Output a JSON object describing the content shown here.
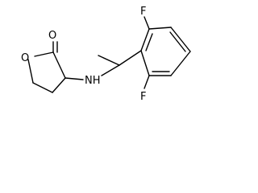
{
  "molecule": {
    "atoms": {
      "carbonyl_oxygen": "O",
      "ring_oxygen": "O",
      "amine": "NH",
      "fluorine_top": "F",
      "fluorine_bottom": "F"
    },
    "colors": {
      "bond": "#000000",
      "label": "#000000",
      "background": "#ffffff"
    }
  }
}
